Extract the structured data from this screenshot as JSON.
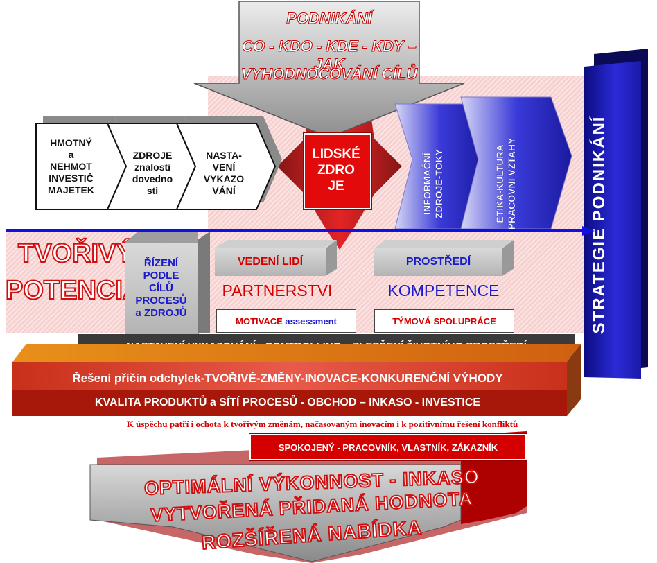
{
  "top_arrow": {
    "line1": "PODNIKÁNÍ",
    "line2": "CO - KDO - KDE - KDY – JAK",
    "line3": "VYHODNOCOVÁNÍ CÍLŮ"
  },
  "chevrons": [
    {
      "text": "HMOTNÝ\na\nNEHMOT\nINVESTIČ\nMAJETEK"
    },
    {
      "text": "ZDROJE\nznalosti\ndovedno\nsti"
    },
    {
      "text": "NASTA-\nVENÍ\nVYKAZO\nVÁNÍ"
    }
  ],
  "center_box": "LIDSKÉ\nZDRO\nJE",
  "blue_chevrons": [
    {
      "text": "INFORMAČNÍ\nZDROJE-TOKY"
    },
    {
      "text": "ETIKA-KULTURA\nPRACOVNÍ VZTAHY"
    }
  ],
  "strategy": "STRATEGIE PODNIKÁNÍ",
  "tvorivy": {
    "line1": "TVOŘIVÝ",
    "line2": "POTENCIÁL"
  },
  "rizeni": "ŘÍZENÍ\nPODLE\nCÍLŮ\nPROCESŮ\na ZDROJŮ",
  "vedeni": "VEDENÍ LIDÍ",
  "partnerstvi": "PARTNERSTVI",
  "motivace": {
    "bold": "MOTIVACE",
    "rest": " assessment"
  },
  "prostredi": "PROSTŘEDÍ",
  "kompetence": "KOMPETENCE",
  "tymova": "TÝMOVÁ SPOLUPRÁCE",
  "nastaveni_bar": {
    "part1": "NASTAVENÍ VYKAZOVÁNÍ - CONTROLLING ",
    "part2": "a ",
    "part3": "ZLEPŠENÍ ŽIVOTNÍHO PROSTŘEDÍ"
  },
  "reseni_bar": "Řešení příčin odchylek-TVOŘIVÉ-ZMĚNY-INOVACE-KONKURENČNÍ  VÝHODY",
  "kvalita_bar": "KVALITA PRODUKTŮ a SÍTÍ PROCESŮ - OBCHOD – INKASO - INVESTICE",
  "uspech_line": "K úspěchu patří i ochota k tvořivým změnám, načasovaným inovacím i k pozitivnímu řešení konfliktů",
  "spokojeny": "SPOKOJENÝ - PRACOVNÍK, VLASTNÍK, ZÁKAZNÍK",
  "bottom_arrow": {
    "line1": "OPTIMÁLNÍ VÝKONNOST - INKASO",
    "line2": "VYTVOŘENÁ PŘIDANÁ HODNOTA",
    "line3": "ROZŠÍŘENÁ NABÍDKA"
  },
  "colors": {
    "red": "#d40000",
    "blue": "#1f1fc8",
    "pink": "#f7d0d0",
    "dark_red": "#a8180a",
    "gray": "#bfbfbf"
  }
}
